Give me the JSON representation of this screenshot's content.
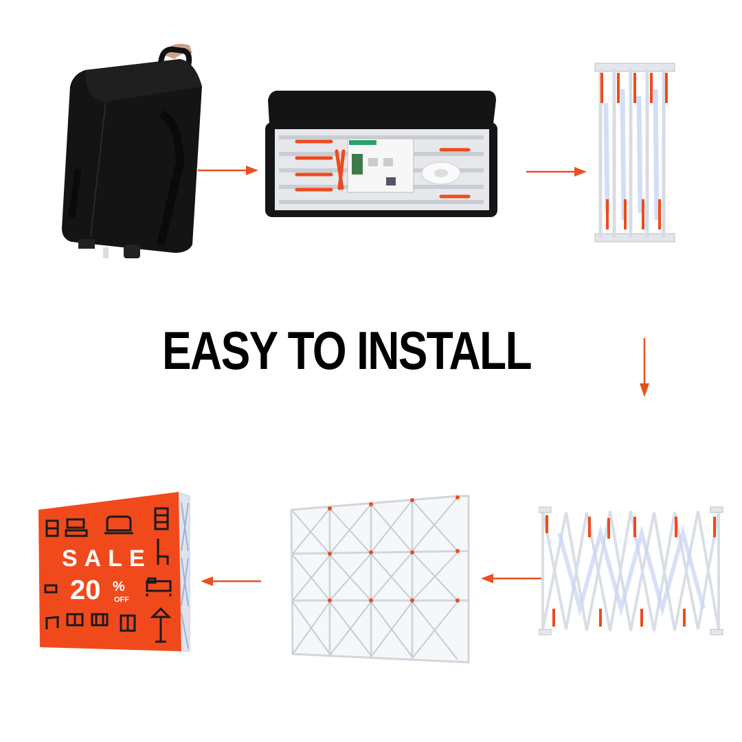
{
  "headline": "EASY TO INSTALL",
  "banner": {
    "sale_word": "SALE",
    "discount": "20",
    "percent_sign": "%",
    "off_word": "OFF"
  },
  "colors": {
    "accent_orange": "#f04a1c",
    "arrow_orange": "#e8501f",
    "bag_black": "#141414",
    "frame_white": "#e9edf3",
    "frame_blue": "#c9d6f5"
  },
  "icons": [
    "tv-stand-icon",
    "sofa-icon",
    "drawer-cabinet-icon",
    "chair-icon",
    "bed-icon",
    "desk-icon",
    "sideboard-icon",
    "wardrobe-icon",
    "floor-lamp-icon"
  ]
}
